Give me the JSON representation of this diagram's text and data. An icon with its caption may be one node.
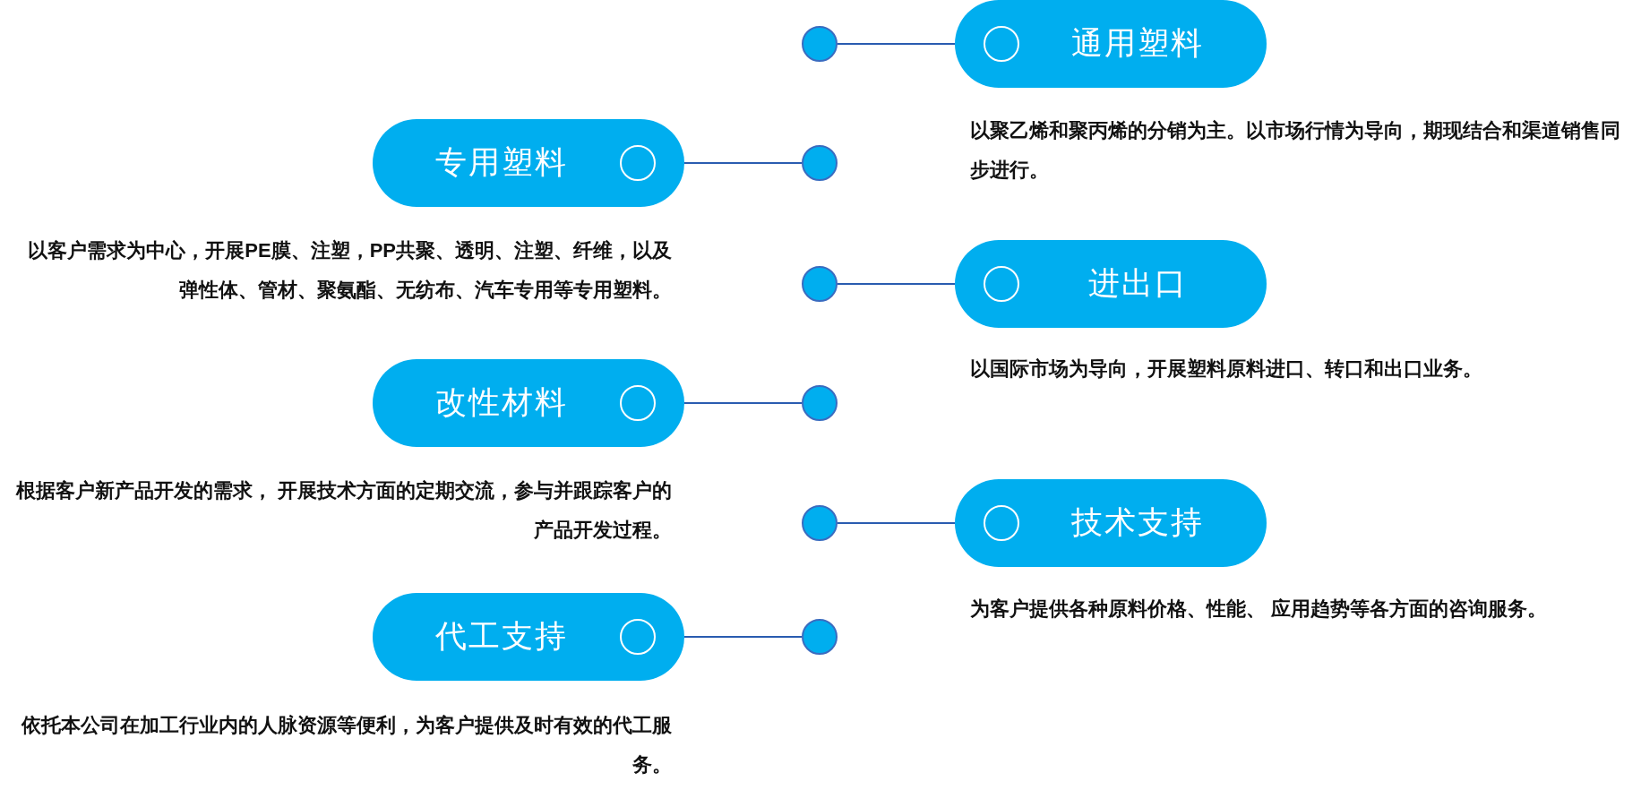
{
  "diagram": {
    "nodes": [
      {
        "text": [
          "通用塑料"
        ],
        "beside": [
          "以聚乙烯和聚丙烯的分销为主。以市场行情为导向，期现结合和渠道销售同步进行。"
        ]
      },
      {
        "text": [
          "专用塑料"
        ],
        "beside": [
          "以客户需求为中心，开展PE膜、注塑，PP共聚、透明、注塑、纤维，以及弹性体、管材、聚氨酯、无纺布、汽车专用等专用塑料。"
        ]
      },
      {
        "text": [
          "进出口"
        ],
        "beside": [
          "以国际市场为导向，开展塑料原料进口、转口和出口业务。"
        ]
      },
      {
        "text": [
          "改性材料"
        ],
        "beside": [
          "根据客户新产品开发的需求， 开展技术方面的定期交流，参与并跟踪客户的产品开发过程。"
        ]
      },
      {
        "text": [
          "技术支持"
        ],
        "beside": [
          "为客户提供各种原料价格、性能、 应用趋势等各方面的咨询服务。"
        ]
      },
      {
        "text": [
          "代工支持"
        ],
        "beside": [
          "依托本公司在加工行业内的人脉资源等便利，为客户提供及时有效的代工服务。"
        ]
      },
      {
        "text": [],
        "shape": "circle"
      },
      {
        "text": [],
        "shape": "circle"
      },
      {
        "text": [],
        "shape": "circle"
      },
      {
        "text": [],
        "shape": "circle"
      },
      {
        "text": [],
        "shape": "circle"
      },
      {
        "text": [],
        "shape": "circle"
      }
    ],
    "edges": [
      {
        "from": 0,
        "to": 6,
        "arrow": "none"
      },
      {
        "from": 1,
        "to": 7,
        "arrow": "none"
      },
      {
        "from": 2,
        "to": 8,
        "arrow": "none"
      },
      {
        "from": 3,
        "to": 9,
        "arrow": "none"
      },
      {
        "from": 4,
        "to": 10,
        "arrow": "none"
      },
      {
        "from": 5,
        "to": 11,
        "arrow": "none"
      }
    ]
  }
}
